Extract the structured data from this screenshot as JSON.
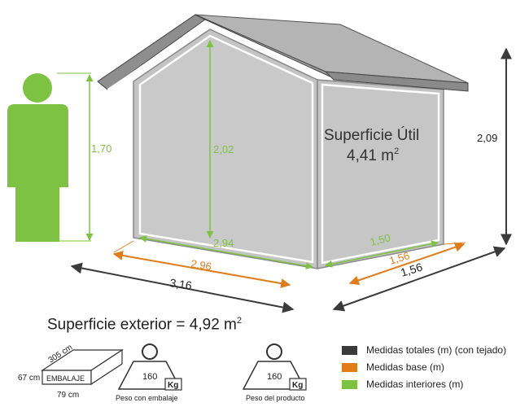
{
  "shed": {
    "interior_height": "2,02",
    "total_height": "2,09",
    "person_height": "1,70",
    "interior_width": "2,94",
    "interior_depth": "1,50",
    "base_width": "2,96",
    "base_depth": "1,56",
    "total_width": "3,16",
    "total_depth": "1,56",
    "useful_area_label": "Superficie Útil",
    "useful_area_value": "4,41 m",
    "area_exponent": "2"
  },
  "exterior": {
    "label": "Superficie exterior = 4,92 m",
    "exponent": "2"
  },
  "package": {
    "length": "305 cm",
    "height": "67 cm",
    "width": "79 cm",
    "box_label": "EMBALAJE"
  },
  "weights": [
    {
      "value": "160",
      "unit": "Kg",
      "caption": "Peso con embalaje"
    },
    {
      "value": "160",
      "unit": "Kg",
      "caption": "Peso del producto"
    }
  ],
  "legend": [
    {
      "label": "Medidas totales (m) (con tejado)",
      "color": "#3a3a3a"
    },
    {
      "label": "Medidas base (m)",
      "color": "#e07c1a"
    },
    {
      "label": "Medidas interiores (m)",
      "color": "#7dc242"
    }
  ],
  "colors": {
    "green": "#7dc242",
    "orange": "#e07c1a",
    "dark": "#3a3a3a",
    "wall": "#c4c4c4",
    "roof": "#b4b4b4"
  }
}
